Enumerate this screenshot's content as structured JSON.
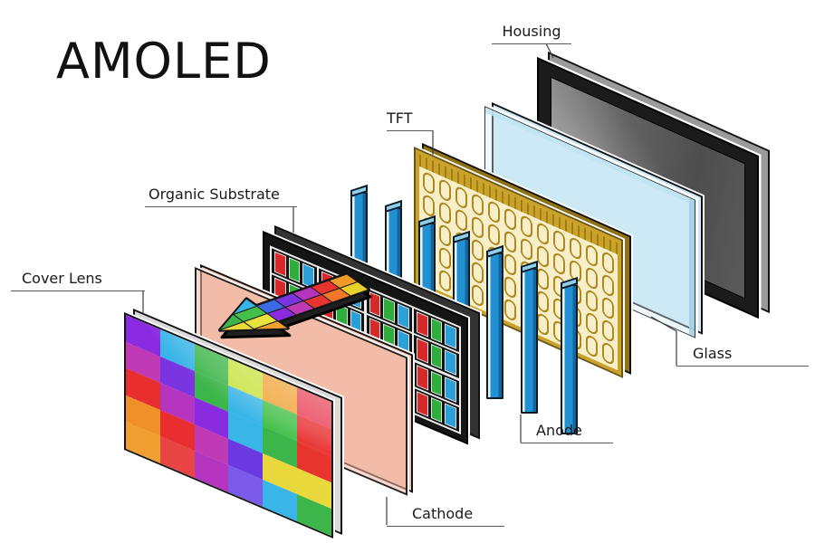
{
  "title": "AMOLED",
  "labels": {
    "housing": "Housing",
    "tft": "TFT",
    "glass": "Glass",
    "anode": "Anode",
    "cathode": "Cathode",
    "organic_substrate": "Organic Substrate",
    "cover_lens": "Cover Lens"
  },
  "layers": {
    "housing": {
      "frame_color": "#1b1b1b",
      "screen_color": "#5f5f5f",
      "side_color": "#9a9a9a"
    },
    "glass": {
      "tint": "rgba(208,234,246,0.38)",
      "edge_color": "#a2d2e9"
    },
    "tft": {
      "frame_color": "#c9a227",
      "face_color": "#f6efca",
      "slot_outline": "#b08a1e",
      "slot_rows": 5,
      "slot_cols": 12
    },
    "anode": {
      "bar_color": "#2191d4",
      "bar_highlight": "#e9f7fd",
      "bar_shade": "#14669e",
      "bar_count": 7
    },
    "organic_substrate": {
      "body_color": "#151515",
      "rows": 4,
      "cells_per_row": 4,
      "stripe_colors": [
        "#d92828",
        "#2fae3c",
        "#2b9fd8"
      ]
    },
    "cathode": {
      "tint": "rgba(242,183,163,0.55)"
    },
    "cover_lens": {
      "grid": [
        [
          "#8a2be2",
          "#3ab5e8",
          "#3cb54a",
          "#c8e23c",
          "#f0a030",
          "#e83a50"
        ],
        [
          "#c03ab5",
          "#7a35e0",
          "#3cb54a",
          "#3ab5e8",
          "#44c04a",
          "#e82e2e"
        ],
        [
          "#e82e2e",
          "#b535c0",
          "#8a2be2",
          "#3ab5e8",
          "#3cb54a",
          "#e8342e"
        ],
        [
          "#f09028",
          "#e82e2e",
          "#c03ab5",
          "#6a3ae0",
          "#e8d83c",
          "#e8d83c"
        ],
        [
          "#f0a030",
          "#e84444",
          "#b535c0",
          "#7a5ae8",
          "#3ab5e8",
          "#3cb54a"
        ]
      ]
    }
  },
  "arrow": {
    "outline": "#141414",
    "underside": "#1f1f1f",
    "shaft_top": [
      "#f09a28",
      "#e8342e",
      "#b535c0",
      "#7a35e0",
      "#3a6ae8"
    ],
    "shaft_bottom": [
      "#e8d22a",
      "#f07828",
      "#e8342e",
      "#c03ab5",
      "#8a2be2"
    ],
    "head": [
      "#3ab5e8",
      "#44c04a",
      "#e8e23c",
      "#f0a030",
      "#2a9ae8",
      "#3cb54a",
      "#e8d83c",
      "#f09028"
    ]
  }
}
